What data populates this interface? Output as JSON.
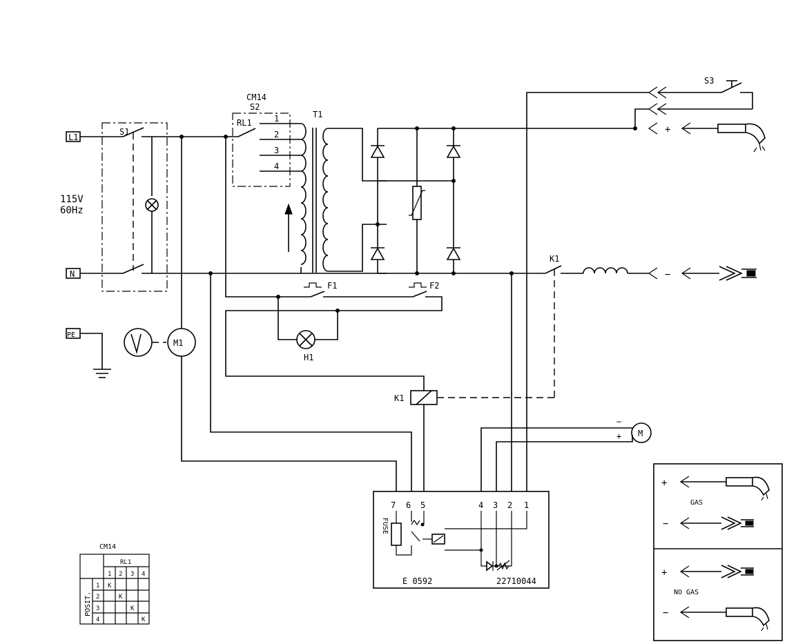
{
  "terminals": {
    "l1": "L1",
    "n": "N",
    "pe": "PE"
  },
  "supply": {
    "voltage": "115V",
    "frequency": "60Hz"
  },
  "switch_s1": "S1",
  "cm14": {
    "title": "CM14",
    "sub": "S2",
    "relay": "RL1",
    "taps": [
      "1",
      "2",
      "3",
      "4"
    ]
  },
  "transformer": "T1",
  "switch_s3": "S3",
  "contactor": {
    "contact": "K1",
    "coil": "K1"
  },
  "fuses": {
    "f1": "F1",
    "f2": "F2"
  },
  "lamp_h1": "H1",
  "fan_motor": "M1",
  "wire_motor": {
    "label": "M",
    "minus": "−",
    "plus": "+"
  },
  "output": {
    "plus": "+",
    "minus": "−"
  },
  "pcb": {
    "pins_left": [
      "7",
      "6",
      "5"
    ],
    "pins_right": [
      "4",
      "3",
      "2",
      "1"
    ],
    "fuse_label": "FUSE",
    "code": "E 0592",
    "part": "22710044"
  },
  "legend": {
    "gas_label": "GAS",
    "nogas_label": "NO GAS",
    "plus": "+",
    "minus": "−"
  },
  "cm14_table": {
    "title": "CM14",
    "header": "RL1",
    "cols": [
      "1",
      "2",
      "3",
      "4"
    ],
    "row_header": "POSIT.",
    "rows": [
      {
        "pos": "1",
        "cells": [
          "K",
          "",
          "",
          ""
        ]
      },
      {
        "pos": "2",
        "cells": [
          "",
          "K",
          "",
          ""
        ]
      },
      {
        "pos": "3",
        "cells": [
          "",
          "",
          "K",
          ""
        ]
      },
      {
        "pos": "4",
        "cells": [
          "",
          "",
          "",
          "K"
        ]
      }
    ]
  }
}
